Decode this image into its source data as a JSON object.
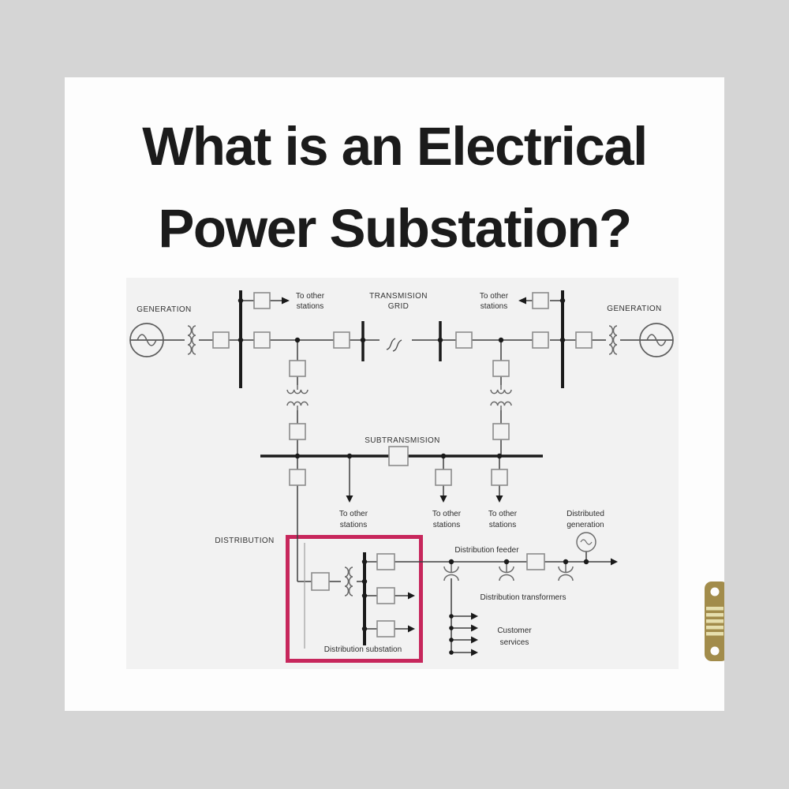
{
  "colors": {
    "page_background": "#d5d5d5",
    "card_background": "#fdfdfd",
    "diagram_background": "#f2f2f2",
    "diagram_line": "#3f3f3f",
    "busbar": "#1a1a1a",
    "breaker_outline": "#8c8c8c",
    "highlight_box": "#c7275c",
    "badge_gold": "#a28c4b",
    "badge_stripe": "#e6dfae",
    "title_text": "#1b1b1b"
  },
  "title": {
    "line1": "What is an Electrical",
    "line2": "Power Substation?"
  },
  "diagram": {
    "generation_left": "GENERATION",
    "generation_right": "GENERATION",
    "transmission_grid": {
      "line1": "TRANSMISION",
      "line2": "GRID"
    },
    "to_other_stations": {
      "line1": "To other",
      "line2": "stations"
    },
    "subtransmission": "SUBTRANSMISION",
    "distribution": "DISTRIBUTION",
    "distribution_substation": "Distribution substation",
    "distribution_feeder": "Distribution feeder",
    "distribution_transformers": "Distribution transformers",
    "distributed_generation": {
      "line1": "Distributed",
      "line2": "generation"
    },
    "customer_services": {
      "line1": "Customer",
      "line2": "services"
    }
  }
}
